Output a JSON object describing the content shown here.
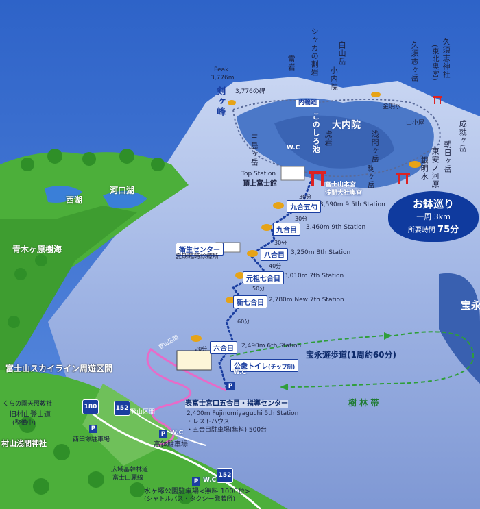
{
  "colors": {
    "sky": "#3b6fd0",
    "mountain": "#8fa8de",
    "crater": "#4b78c8",
    "forest": "#4caf3a",
    "route": "#1a3ea0",
    "trail": "#2f9e3a"
  },
  "summit": {
    "peak": "Peak",
    "peak_alt": "3,776m",
    "ken_ga_mine": "剣ヶ峰",
    "monument": "3,776の碑",
    "inner_trail": "内輪廻",
    "crater_name": "大内院",
    "konoshiro": "このしろ池",
    "torai": "虎岩",
    "shaka": "シャカの割岩",
    "raigan": "雷岩",
    "hakusan": "白山岳",
    "konaiin": "小内院",
    "kusushi": "久須志ヶ岳",
    "kusushi_shrine": "久須志神社",
    "kusushi_shrine_note": "(東北奥宮)",
    "kinmeisui": "金明水",
    "yamagoya": "山小屋",
    "sekemba": "成就ヶ岳",
    "asahi": "朝日ヶ岳",
    "ginmeisui": "銀明水",
    "higashi_sai": "東安ノ河原",
    "sengen_take": "浅間ヶ岳",
    "koma": "駒ヶ岳",
    "mishima": "三島ヶ岳",
    "wc": "W.C",
    "top_station": "Top Station",
    "top_building": "頂上富士館",
    "shrine1": "富士山本宮",
    "shrine2": "浅間大社奥宮"
  },
  "ohachi": {
    "title": "お鉢巡り",
    "distance": "一周 3km",
    "time_label": "所要時間",
    "time_value": "75分"
  },
  "stations": [
    {
      "name": "九合五勺",
      "desc": "3,590m 9.5th Station"
    },
    {
      "name": "九合目",
      "desc": "3,460m 9th Station"
    },
    {
      "name": "八合目",
      "desc": "3,250m 8th Station"
    },
    {
      "name": "元祖七合目",
      "desc": "3,010m 7th Station"
    },
    {
      "name": "新七合目",
      "desc": "2,780m New 7th Station"
    },
    {
      "name": "六合目",
      "desc": "2,490m 6th Station"
    }
  ],
  "durations": [
    "30分",
    "30分",
    "30分",
    "40分",
    "50分",
    "60分",
    "20分"
  ],
  "medical": {
    "title": "衛生センター",
    "subtitle": "夏期臨時診療所"
  },
  "toilet": {
    "label": "公衆トイレ",
    "note": "(チップ制)",
    "wc": "W.C"
  },
  "hoei": {
    "trail": "宝永遊歩道(1周約60分)",
    "hoei_label": "宝永",
    "forest_zone": "樹 林 帯"
  },
  "fifth": {
    "title": "表富士宮口五合目・指導センター",
    "line1": "2,400m Fujinomiyaguchi 5th Station",
    "line2": "・レストハウス",
    "line3": "・五合目駐車場(無料) 500台"
  },
  "lower": {
    "tozan": "登山区間",
    "skyline": "富士山スカイライン周遊区間",
    "nishiko": "西湖",
    "kawaguchiko": "河口湖",
    "aokigahara": "青木ヶ原樹海",
    "kurano": "くらの園",
    "tenshou": "天照教社",
    "murayama1": "旧村山登山道",
    "murayama2": "(整備中)",
    "murayama_shrine": "村山浅間神社",
    "nishi_usu": "西臼塚駐車場",
    "takabachi": "高鉢駐車場",
    "koiki1": "広域基幹林道",
    "koiki2": "富士山麗線",
    "mizugatsuka1": "水ヶ塚公園駐車場<無料 1000台>",
    "mizugatsuka2": "(シャトルバス・タクシー発着所)",
    "route180": "180",
    "route152a": "152",
    "route152b": "152",
    "p": "P",
    "wc_small": "W.C"
  }
}
